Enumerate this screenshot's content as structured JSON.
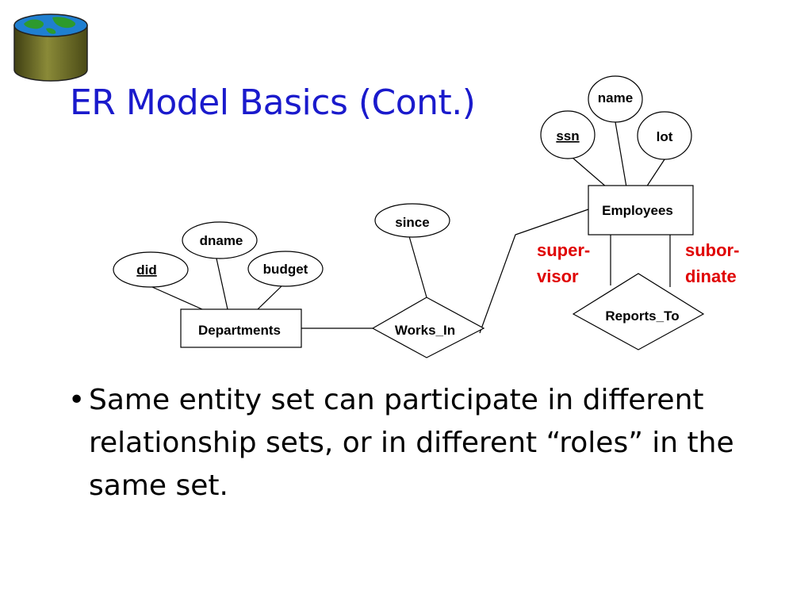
{
  "slide": {
    "title": "ER Model Basics (Cont.)"
  },
  "diagram": {
    "entities": {
      "employees": "Employees",
      "departments": "Departments"
    },
    "attributes": {
      "name": "name",
      "ssn": "ssn",
      "lot": "lot",
      "since": "since",
      "dname": "dname",
      "did": "did",
      "budget": "budget"
    },
    "relationships": {
      "works_in": "Works_In",
      "reports_to": "Reports_To"
    },
    "roles": {
      "supervisor_line1": "super-",
      "supervisor_line2": "visor",
      "subordinate_line1": "subor-",
      "subordinate_line2": "dinate"
    },
    "colors": {
      "title": "#1a1acc",
      "role_label": "#e00000",
      "stroke": "#000000"
    }
  },
  "bullets": [
    {
      "mark": "•",
      "text": "Same entity set can participate in different relationship sets, or in different “roles” in the same set."
    }
  ]
}
